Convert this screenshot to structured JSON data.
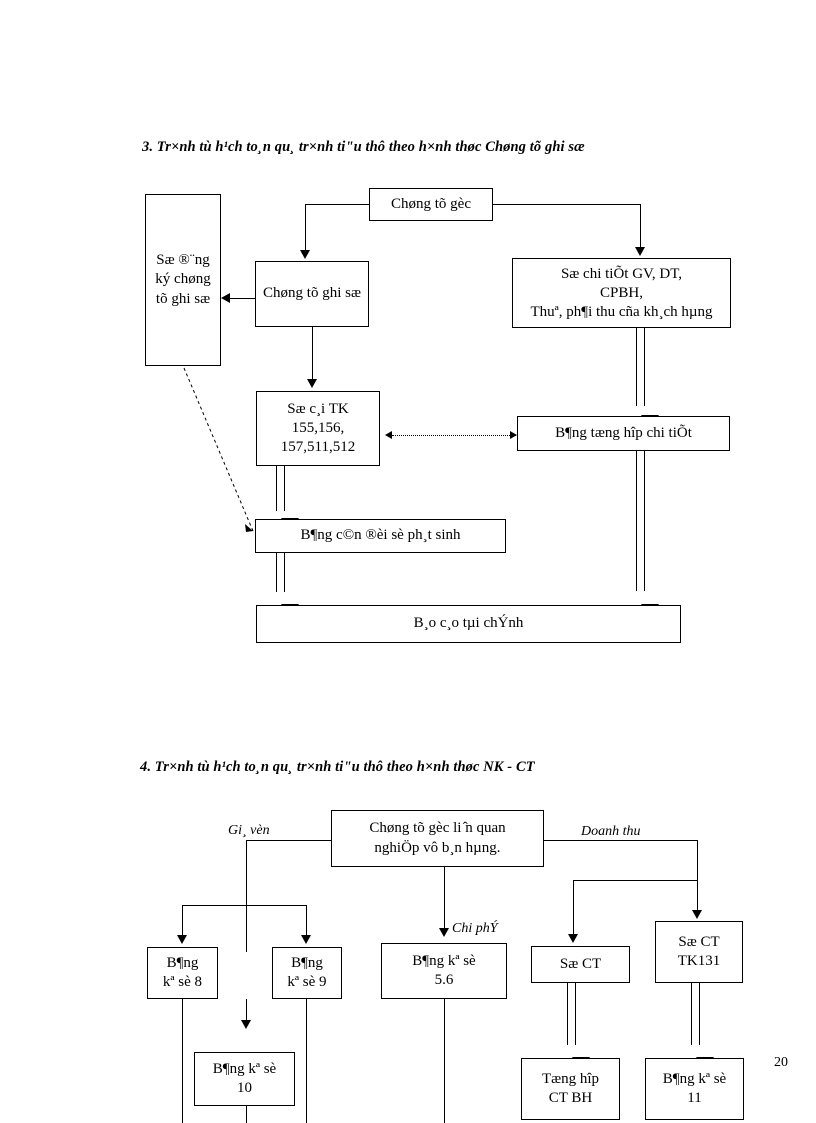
{
  "document": {
    "page_number": "20"
  },
  "section3": {
    "heading": "3.  Tr×nh tù h¹ch to¸n qu¸ tr×nh ti\"u thô theo h×nh thøc Chøng tõ ghi sæ",
    "boxes": {
      "so_dang_ky": "Sæ ®¨ng ký chøng tõ ghi sæ",
      "chung_tu_goc": "Chøng tõ gèc",
      "chung_tu_ghi_so": "Chøng tõ ghi sæ",
      "so_chi_tiet_l1": "Sæ chi tiÕt GV, DT,",
      "so_chi_tiet_l2": "CPBH,",
      "so_chi_tiet_l3": "Thuª, ph¶i thu cña kh¸ch hµng",
      "so_cai_l1": "Sæ c¸i TK",
      "so_cai_l2": "155,156,",
      "so_cai_l3": "157,511,512",
      "bang_tong_hop": "B¶ng tæng hîp chi tiÕt",
      "bang_can_doi": "B¶ng c©n ®èi sè ph¸t sinh",
      "bao_cao_tai_chinh": "B¸o c¸o tµi chÝnh"
    }
  },
  "section4": {
    "heading": "4. Tr×nh tù h¹ch to¸n qu¸ tr×nh ti\"u thô theo h×nh thøc NK - CT",
    "notes": {
      "gia_von": "Gi¸ vèn",
      "doanh_thu": "Doanh thu",
      "chi_phi": "Chi phÝ"
    },
    "boxes": {
      "chung_tu_goc_l1": "Chøng tõ gèc li ̂n  quan",
      "chung_tu_goc_l2": "nghiÖp vô b¸n hµng.",
      "bang_ke_8_l1": "B¶ng",
      "bang_ke_8_l2": "kª sè 8",
      "bang_ke_9_l1": "B¶ng",
      "bang_ke_9_l2": "kª sè 9",
      "bang_ke_56_l1": "B¶ng kª sè",
      "bang_ke_56_l2": "5.6",
      "so_ct": "Sæ CT",
      "so_ct_131_l1": "Sæ CT",
      "so_ct_131_l2": "TK131",
      "bang_ke_10_l1": "B¶ng kª sè",
      "bang_ke_10_l2": "10",
      "tong_hop_ctbh_l1": "Tæng hîp",
      "tong_hop_ctbh_l2": "CT BH",
      "bang_ke_11_l1": "B¶ng kª sè",
      "bang_ke_11_l2": "11"
    }
  }
}
